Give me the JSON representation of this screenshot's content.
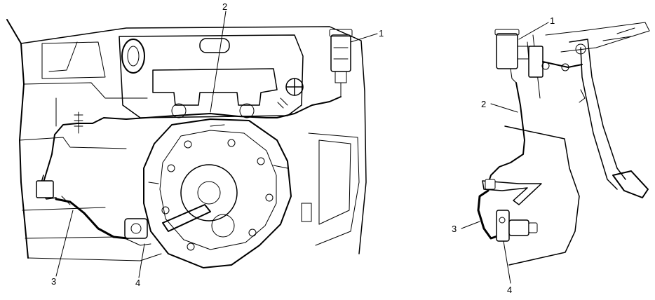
{
  "callouts": {
    "left": {
      "c1": "1",
      "c2": "2",
      "c3": "3",
      "c4": "4"
    },
    "right": {
      "c1": "1",
      "c2": "2",
      "c3": "3",
      "c4": "4"
    }
  }
}
